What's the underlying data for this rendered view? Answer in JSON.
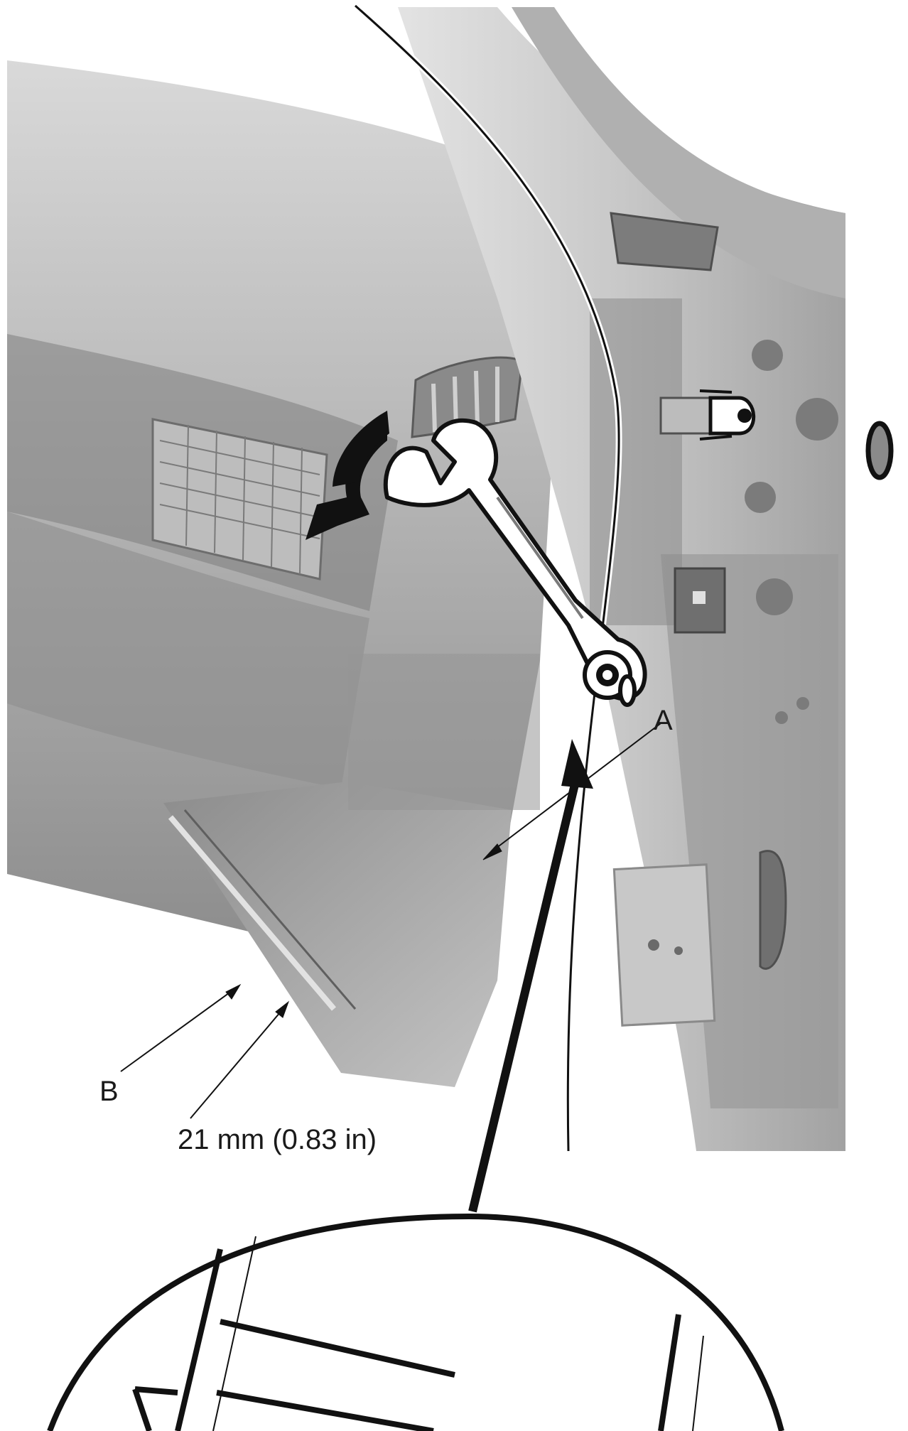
{
  "callouts": {
    "a": "A",
    "b": "B",
    "dimension": "21 mm (0.83 in)"
  },
  "icons": {
    "wrench": "wrench-icon",
    "direction_arrow": "curved-arrow-icon",
    "nut": "nut-icon",
    "washer": "washer-icon",
    "clip": "clip-icon",
    "magnifier": "detail-circle-icon"
  },
  "colors": {
    "line": "#111111",
    "panel_light": "#cfcfcf",
    "panel_mid": "#a8a8a8",
    "panel_dark": "#6e6e6e"
  }
}
